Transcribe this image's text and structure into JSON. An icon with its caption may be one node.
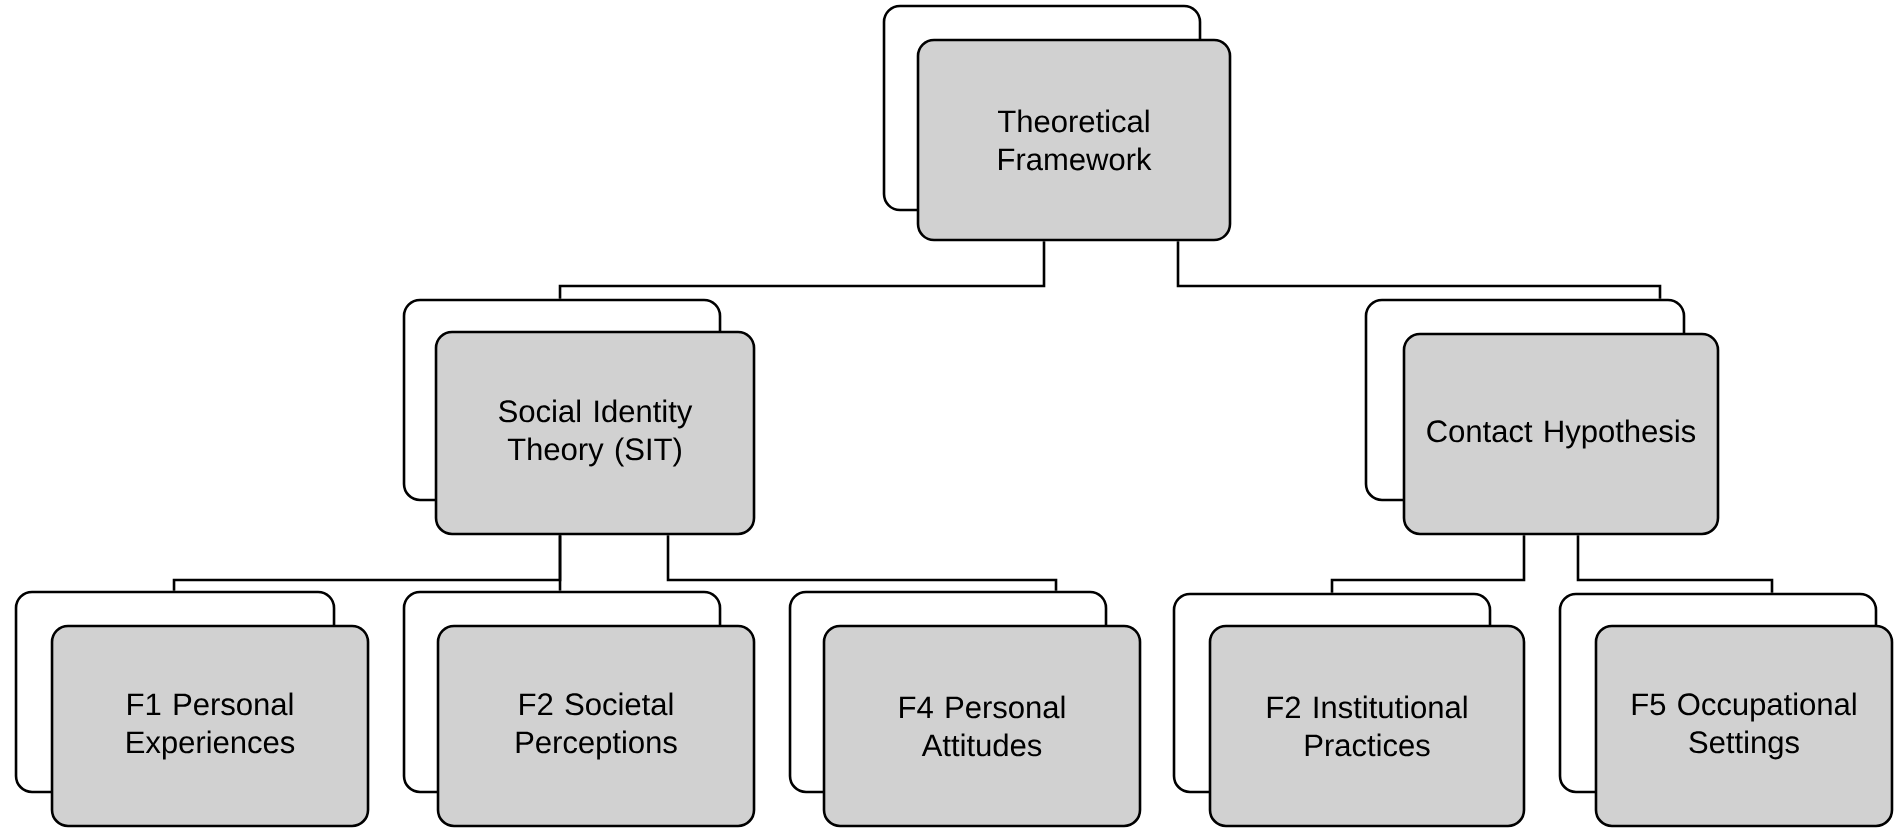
{
  "diagram": {
    "nodes": [
      {
        "text": [
          "Theoretical Framework"
        ]
      },
      {
        "text": [
          "Social Identity Theory (SIT)"
        ]
      },
      {
        "text": [
          "Contact Hypothesis"
        ]
      },
      {
        "text": [
          "F1 Personal Experiences"
        ]
      },
      {
        "text": [
          "F2 Societal Perceptions"
        ]
      },
      {
        "text": [
          "F4 Personal Attitudes"
        ]
      },
      {
        "text": [
          "F2 Institutional Practices"
        ]
      },
      {
        "text": [
          "F5 Occupational Settings"
        ]
      }
    ],
    "edges": [
      {
        "from": 0,
        "to": 1,
        "arrow": "none"
      },
      {
        "from": 0,
        "to": 2,
        "arrow": "none"
      },
      {
        "from": 1,
        "to": 3,
        "arrow": "none"
      },
      {
        "from": 1,
        "to": 4,
        "arrow": "none"
      },
      {
        "from": 1,
        "to": 5,
        "arrow": "none"
      },
      {
        "from": 2,
        "to": 6,
        "arrow": "none"
      },
      {
        "from": 2,
        "to": 7,
        "arrow": "none"
      }
    ]
  }
}
